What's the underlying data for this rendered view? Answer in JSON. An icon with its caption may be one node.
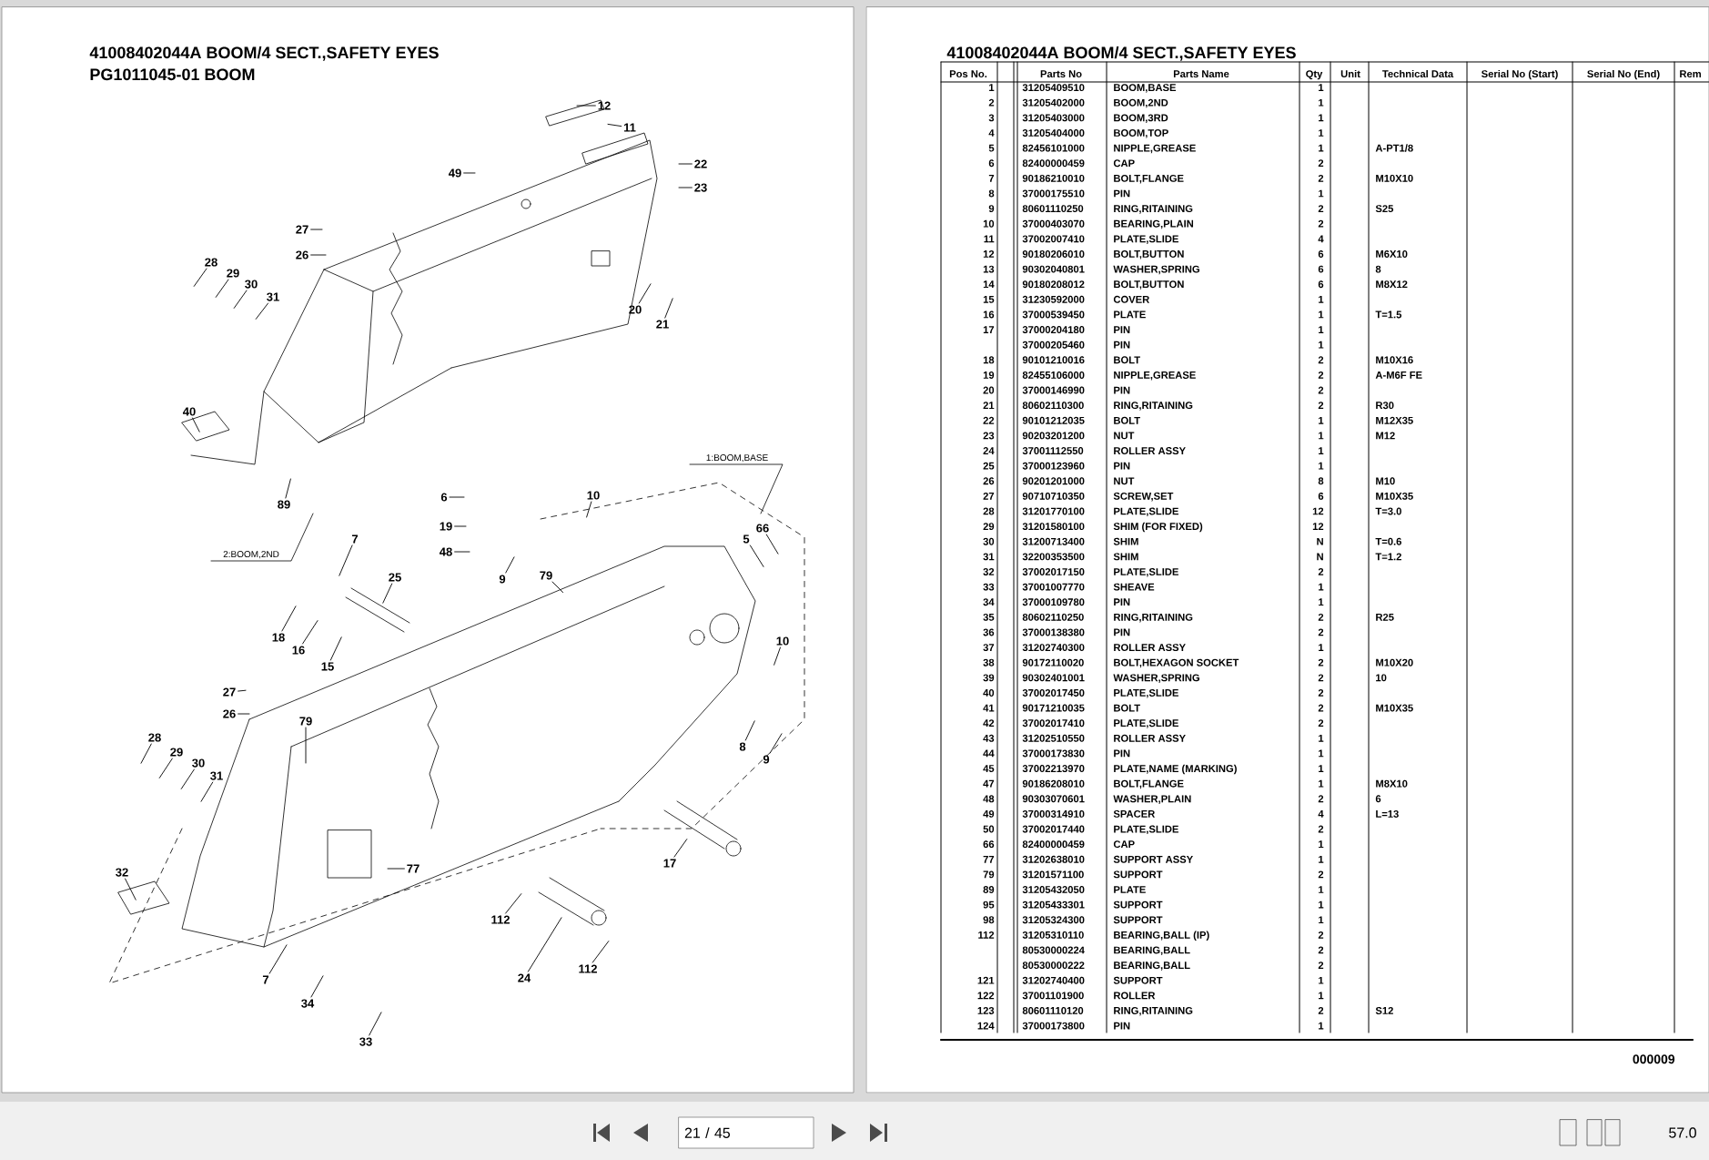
{
  "diagram": {
    "title": "41008402044A BOOM/4 SECT.,SAFETY EYES",
    "nodes": [
      {
        "text": [
          "12"
        ]
      },
      {
        "text": [
          "11"
        ]
      },
      {
        "text": [
          "22"
        ]
      },
      {
        "text": [
          "23"
        ]
      },
      {
        "text": [
          "49"
        ]
      },
      {
        "text": [
          "27"
        ]
      },
      {
        "text": [
          "26"
        ]
      },
      {
        "text": [
          "28"
        ]
      },
      {
        "text": [
          "29"
        ]
      },
      {
        "text": [
          "30"
        ]
      },
      {
        "text": [
          "31"
        ]
      },
      {
        "text": [
          "20"
        ]
      },
      {
        "text": [
          "21"
        ]
      },
      {
        "text": [
          "40"
        ]
      },
      {
        "text": [
          "89"
        ]
      },
      {
        "text": [
          "6"
        ]
      },
      {
        "text": [
          "19"
        ]
      },
      {
        "text": [
          "48"
        ]
      },
      {
        "text": [
          "9"
        ]
      },
      {
        "text": [
          "79"
        ]
      },
      {
        "text": [
          "10"
        ]
      },
      {
        "text": [
          "66"
        ]
      },
      {
        "text": [
          "5"
        ]
      },
      {
        "text": [
          "7"
        ]
      },
      {
        "text": [
          "25"
        ]
      },
      {
        "text": [
          "18"
        ]
      },
      {
        "text": [
          "16"
        ]
      },
      {
        "text": [
          "15"
        ]
      },
      {
        "text": [
          "27"
        ]
      },
      {
        "text": [
          "26"
        ]
      },
      {
        "text": [
          "79"
        ]
      },
      {
        "text": [
          "28"
        ]
      },
      {
        "text": [
          "29"
        ]
      },
      {
        "text": [
          "30"
        ]
      },
      {
        "text": [
          "31"
        ]
      },
      {
        "text": [
          "32"
        ]
      },
      {
        "text": [
          "77"
        ]
      },
      {
        "text": [
          "10"
        ]
      },
      {
        "text": [
          "8"
        ]
      },
      {
        "text": [
          "9"
        ]
      },
      {
        "text": [
          "17"
        ]
      },
      {
        "text": [
          "112"
        ]
      },
      {
        "text": [
          "24"
        ]
      },
      {
        "text": [
          "112"
        ]
      },
      {
        "text": [
          "7"
        ]
      },
      {
        "text": [
          "34"
        ]
      },
      {
        "text": [
          "33"
        ]
      }
    ],
    "edges": [
      {
        "from": 0,
        "to": null,
        "arrow": "none"
      },
      {
        "from": 1,
        "to": null,
        "arrow": "none"
      },
      {
        "from": 2,
        "to": null,
        "arrow": "none"
      },
      {
        "from": 3,
        "to": null,
        "arrow": "none"
      },
      {
        "from": 4,
        "to": null,
        "arrow": "none"
      },
      {
        "from": 5,
        "to": null,
        "arrow": "none"
      },
      {
        "from": 6,
        "to": null,
        "arrow": "none"
      },
      {
        "from": 7,
        "to": null,
        "arrow": "none"
      },
      {
        "from": 8,
        "to": null,
        "arrow": "none"
      },
      {
        "from": 9,
        "to": null,
        "arrow": "none"
      },
      {
        "from": 10,
        "to": null,
        "arrow": "none"
      },
      {
        "from": 11,
        "to": null,
        "arrow": "none"
      },
      {
        "from": 12,
        "to": null,
        "arrow": "none"
      },
      {
        "from": 13,
        "to": null,
        "arrow": "none"
      },
      {
        "from": 14,
        "to": null,
        "arrow": "none"
      },
      {
        "from": 15,
        "to": null,
        "arrow": "none"
      },
      {
        "from": 16,
        "to": null,
        "arrow": "none"
      },
      {
        "from": 17,
        "to": null,
        "arrow": "none"
      },
      {
        "from": 18,
        "to": null,
        "arrow": "none"
      },
      {
        "from": 19,
        "to": null,
        "arrow": "none"
      },
      {
        "from": 20,
        "to": null,
        "arrow": "none"
      },
      {
        "from": 21,
        "to": null,
        "arrow": "none"
      },
      {
        "from": 22,
        "to": null,
        "arrow": "none"
      },
      {
        "from": 23,
        "to": null,
        "arrow": "none"
      },
      {
        "from": 24,
        "to": null,
        "arrow": "none"
      },
      {
        "from": 25,
        "to": null,
        "arrow": "none"
      },
      {
        "from": 26,
        "to": null,
        "arrow": "none"
      },
      {
        "from": 27,
        "to": null,
        "arrow": "none"
      },
      {
        "from": 28,
        "to": null,
        "arrow": "none"
      },
      {
        "from": 29,
        "to": null,
        "arrow": "none"
      },
      {
        "from": 30,
        "to": null,
        "arrow": "none"
      },
      {
        "from": 31,
        "to": null,
        "arrow": "none"
      },
      {
        "from": 32,
        "to": null,
        "arrow": "none"
      },
      {
        "from": 33,
        "to": null,
        "arrow": "none"
      },
      {
        "from": 34,
        "to": null,
        "arrow": "none"
      },
      {
        "from": 35,
        "to": null,
        "arrow": "none"
      },
      {
        "from": 36,
        "to": null,
        "arrow": "none"
      },
      {
        "from": 37,
        "to": null,
        "arrow": "none"
      },
      {
        "from": 38,
        "to": null,
        "arrow": "none"
      },
      {
        "from": 39,
        "to": null,
        "arrow": "none"
      },
      {
        "from": 40,
        "to": null,
        "arrow": "none"
      },
      {
        "from": 41,
        "to": null,
        "arrow": "none"
      },
      {
        "from": 42,
        "to": null,
        "arrow": "none"
      },
      {
        "from": 43,
        "to": null,
        "arrow": "none"
      },
      {
        "from": 44,
        "to": null,
        "arrow": "none"
      },
      {
        "from": 45,
        "to": null,
        "arrow": "none"
      },
      {
        "from": 46,
        "to": null,
        "arrow": "none"
      }
    ],
    "labels": [
      "PG1011045-01 BOOM",
      "1:BOOM,BASE",
      "2:BOOM,2ND",
      "41008402044A BOOM/4 SECT.,SAFETY EYES",
      "Pos No.",
      "Parts No",
      "Parts Name",
      "Qty",
      "Unit",
      "Technical Data",
      "Serial No (Start)",
      "Serial No (End)",
      "Rem",
      "1",
      "31205409510",
      "BOOM,BASE",
      "1",
      "2",
      "31205402000",
      "BOOM,2ND",
      "1",
      "3",
      "31205403000",
      "BOOM,3RD",
      "1",
      "4",
      "31205404000",
      "BOOM,TOP",
      "1",
      "5",
      "82456101000",
      "NIPPLE,GREASE",
      "1",
      "A-PT1/8",
      "6",
      "82400000459",
      "CAP",
      "2",
      "7",
      "90186210010",
      "BOLT,FLANGE",
      "2",
      "M10X10",
      "8",
      "37000175510",
      "PIN",
      "1",
      "9",
      "80601110250",
      "RING,RITAINING",
      "2",
      "S25",
      "10",
      "37000403070",
      "BEARING,PLAIN",
      "2",
      "11",
      "37002007410",
      "PLATE,SLIDE",
      "4",
      "12",
      "90180206010",
      "BOLT,BUTTON",
      "6",
      "M6X10",
      "13",
      "90302040801",
      "WASHER,SPRING",
      "6",
      "8",
      "14",
      "90180208012",
      "BOLT,BUTTON",
      "6",
      "M8X12",
      "15",
      "31230592000",
      "COVER",
      "1",
      "16",
      "37000539450",
      "PLATE",
      "1",
      "T=1.5",
      "17",
      "37000204180",
      "PIN",
      "1",
      "37000205460",
      "PIN",
      "1",
      "18",
      "90101210016",
      "BOLT",
      "2",
      "M10X16",
      "19",
      "82455106000",
      "NIPPLE,GREASE",
      "2",
      "A-M6F FE",
      "20",
      "37000146990",
      "PIN",
      "2",
      "21",
      "80602110300",
      "RING,RITAINING",
      "2",
      "R30",
      "22",
      "90101212035",
      "BOLT",
      "1",
      "M12X35",
      "23",
      "90203201200",
      "NUT",
      "1",
      "M12",
      "24",
      "37001112550",
      "ROLLER ASSY",
      "1",
      "25",
      "37000123960",
      "PIN",
      "1",
      "26",
      "90201201000",
      "NUT",
      "8",
      "M10",
      "27",
      "90710710350",
      "SCREW,SET",
      "6",
      "M10X35",
      "28",
      "31201770100",
      "PLATE,SLIDE",
      "12",
      "T=3.0",
      "29",
      "31201580100",
      "SHIM (FOR FIXED)",
      "12",
      "30",
      "31200713400",
      "SHIM",
      "N",
      "T=0.6",
      "31",
      "32200353500",
      "SHIM",
      "N",
      "T=1.2",
      "32",
      "37002017150",
      "PLATE,SLIDE",
      "2",
      "33",
      "37001007770",
      "SHEAVE",
      "1",
      "34",
      "37000109780",
      "PIN",
      "1",
      "35",
      "80602110250",
      "RING,RITAINING",
      "2",
      "R25",
      "36",
      "37000138380",
      "PIN",
      "2",
      "37",
      "31202740300",
      "ROLLER ASSY",
      "1",
      "38",
      "90172110020",
      "BOLT,HEXAGON SOCKET",
      "2",
      "M10X20",
      "39",
      "90302401001",
      "WASHER,SPRING",
      "2",
      "10",
      "40",
      "37002017450",
      "PLATE,SLIDE",
      "2",
      "41",
      "90171210035",
      "BOLT",
      "2",
      "M10X35",
      "42",
      "37002017410",
      "PLATE,SLIDE",
      "2",
      "43",
      "31202510550",
      "ROLLER ASSY",
      "1",
      "44",
      "37000173830",
      "PIN",
      "1",
      "45",
      "37002213970",
      "PLATE,NAME (MARKING)",
      "1",
      "47",
      "90186208010",
      "BOLT,FLANGE",
      "1",
      "M8X10",
      "48",
      "90303070601",
      "WASHER,PLAIN",
      "2",
      "6",
      "49",
      "37000314910",
      "SPACER",
      "4",
      "L=13",
      "50",
      "37002017440",
      "PLATE,SLIDE",
      "2",
      "66",
      "82400000459",
      "CAP",
      "1",
      "77",
      "31202638010",
      "SUPPORT ASSY",
      "1",
      "79",
      "31201571100",
      "SUPPORT",
      "2",
      "89",
      "31205432050",
      "PLATE",
      "1",
      "95",
      "31205433301",
      "SUPPORT",
      "1",
      "98",
      "31205324300",
      "SUPPORT",
      "1",
      "112",
      "31205310110",
      "BEARING,BALL (IP)",
      "2",
      "80530000224",
      "BEARING,BALL",
      "2",
      "80530000222",
      "BEARING,BALL",
      "2",
      "121",
      "31202740400",
      "SUPPORT",
      "1",
      "122",
      "37001101900",
      "ROLLER",
      "1",
      "123",
      "80601110120",
      "RING,RITAINING",
      "2",
      "S12",
      "124",
      "37000173800",
      "PIN",
      "1",
      "000009",
      "21 / 45",
      "57.0"
    ]
  }
}
